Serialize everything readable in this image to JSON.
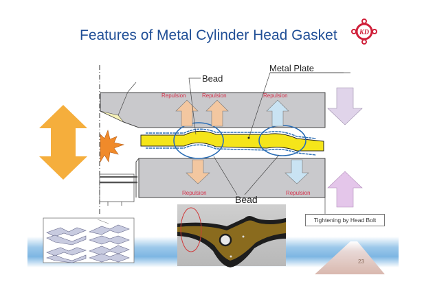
{
  "slide": {
    "title": "Features of Metal Cylinder Head Gasket",
    "logo": {
      "icon": "company-logo-icon",
      "text": "KD",
      "color": "#d0203a"
    },
    "page_number": "23"
  },
  "diagram": {
    "labels": {
      "bead_top": "Bead",
      "metal_plate": "Metal Plate",
      "bead_bottom": "Bead",
      "repulsion_1": "Repulsion",
      "repulsion_2": "Repulsion",
      "repulsion_3": "Repulsion",
      "repulsion_4": "Repulsion",
      "repulsion_5": "Repulsion",
      "tightening": "Tightening by Head Bolt"
    },
    "colors": {
      "title": "#1f4e96",
      "repulsion_text": "#d6304a",
      "metal_plate": "#f5e51a",
      "cylinder_head": "#c9c9cc",
      "bead_circle": "#2a6db5",
      "arrow_orange": "#f5b95a",
      "arrow_peach": "#f3c7a0",
      "arrow_light_blue": "#c9e3f3",
      "arrow_lavender": "#e0d4ea",
      "arrow_pink_purple": "#e4c6ea",
      "combustion_burst": "#f08a2a"
    }
  }
}
